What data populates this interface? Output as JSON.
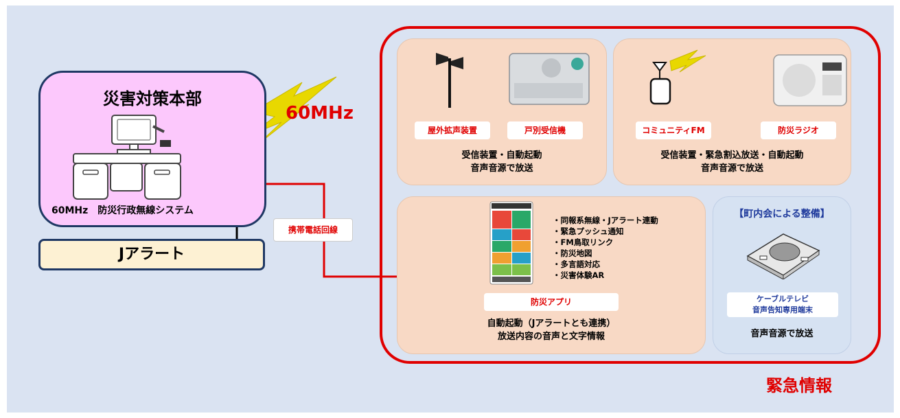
{
  "hq": {
    "title": "災害対策本部",
    "system_label": "60MHz　防災行政無線システム"
  },
  "jalert": {
    "label": "Jアラート"
  },
  "radio_wave": {
    "label": "60MHz"
  },
  "link": {
    "label": "携帯電話回線"
  },
  "panels": {
    "outdoor": {
      "chips": [
        "屋外拡声装置",
        "戸別受信機"
      ],
      "caption_lines": [
        "受信装置・自動起動",
        "音声音源で放送"
      ]
    },
    "fm": {
      "chips": [
        "コミュニティFM",
        "防災ラジオ"
      ],
      "caption_lines": [
        "受信装置・緊急割込放送・自動起動",
        "音声音源で放送"
      ]
    },
    "app": {
      "features": [
        "・同報系無線・Jアラート連動",
        "・緊急プッシュ通知",
        "・FM鳥取リンク",
        "・防災地図",
        "・多言語対応",
        "・災害体験AR"
      ],
      "chip": "防災アプリ",
      "caption_lines": [
        "自動起動（Jアラートとも連携）",
        "放送内容の音声と文字情報"
      ]
    },
    "cable": {
      "header": "【町内会による整備】",
      "chip_lines": [
        "ケーブルテレビ",
        "音声告知専用端末"
      ],
      "caption": "音声音源で放送"
    }
  },
  "footer": {
    "label": "緊急情報"
  },
  "colors": {
    "red": "#e00000",
    "navy": "#1f3864",
    "background": "#dae3f2",
    "hq_fill": "#fcc8fc",
    "panel_fill": "#f8d9c5"
  }
}
